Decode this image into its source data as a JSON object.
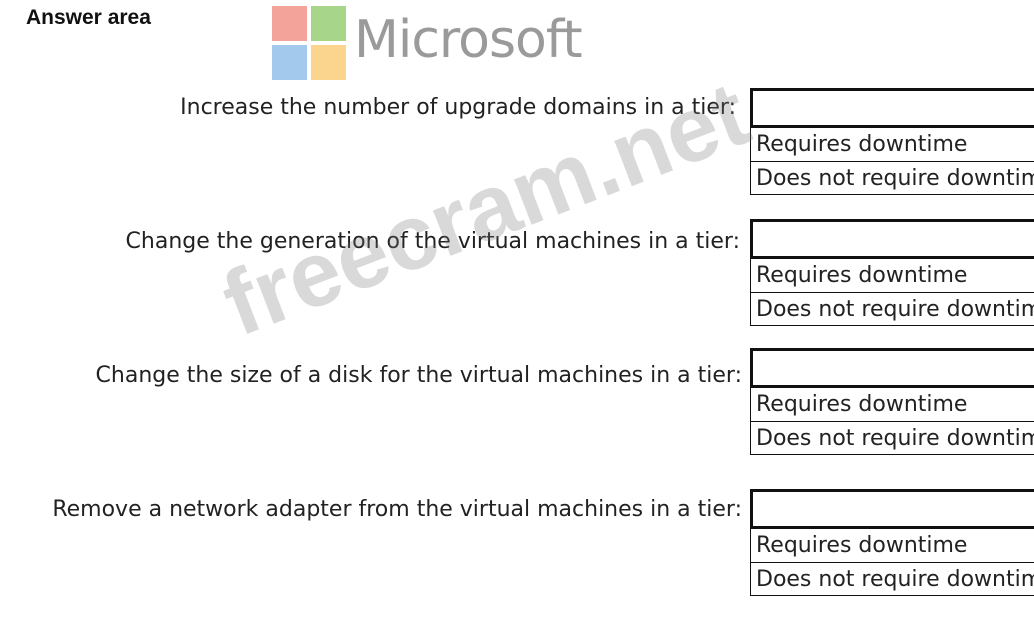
{
  "header": {
    "title": "Answer area",
    "logo_text": "Microsoft"
  },
  "brand_colors": {
    "logo_red": "#f4a39a",
    "logo_green": "#a7d68a",
    "logo_blue": "#a3c9ec",
    "logo_yellow": "#fbd58e",
    "wordmark": "#9a9a9a"
  },
  "watermark": "freecram.net",
  "questions": [
    {
      "label": "Increase the number of upgrade domains in a tier:",
      "options": [
        "Requires downtime",
        "Does not require downtime"
      ]
    },
    {
      "label": "Change the generation of the virtual machines in a tier:",
      "options": [
        "Requires downtime",
        "Does not require downtime"
      ]
    },
    {
      "label": "Change the size of a disk for the virtual machines in a tier:",
      "options": [
        "Requires downtime",
        "Does not require downtime"
      ]
    },
    {
      "label": "Remove a network adapter from  the virtual machines in a tier:",
      "options": [
        "Requires downtime",
        "Does not require downtime"
      ]
    }
  ]
}
